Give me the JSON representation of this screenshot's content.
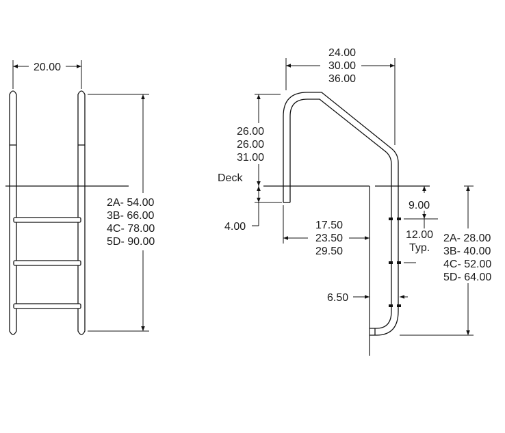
{
  "front_view": {
    "width_label": "20.00",
    "height_labels": [
      "2A- 54.00",
      "3B- 66.00",
      "4C- 78.00",
      "5D- 90.00"
    ]
  },
  "side_view": {
    "top_width_labels": [
      "24.00",
      "30.00",
      "36.00"
    ],
    "rail_height_labels": [
      "26.00",
      "26.00",
      "31.00"
    ],
    "deck_label": "Deck",
    "anchor_depth_label": "4.00",
    "anchor_offset_labels": [
      "17.50",
      "23.50",
      "29.50"
    ],
    "step_spacing_top_label": "9.00",
    "step_spacing_label": "12.00",
    "step_spacing_sub": "Typ.",
    "wall_offset_label": "6.50",
    "depth_labels": [
      "2A- 28.00",
      "3B- 40.00",
      "4C- 52.00",
      "5D- 64.00"
    ]
  }
}
